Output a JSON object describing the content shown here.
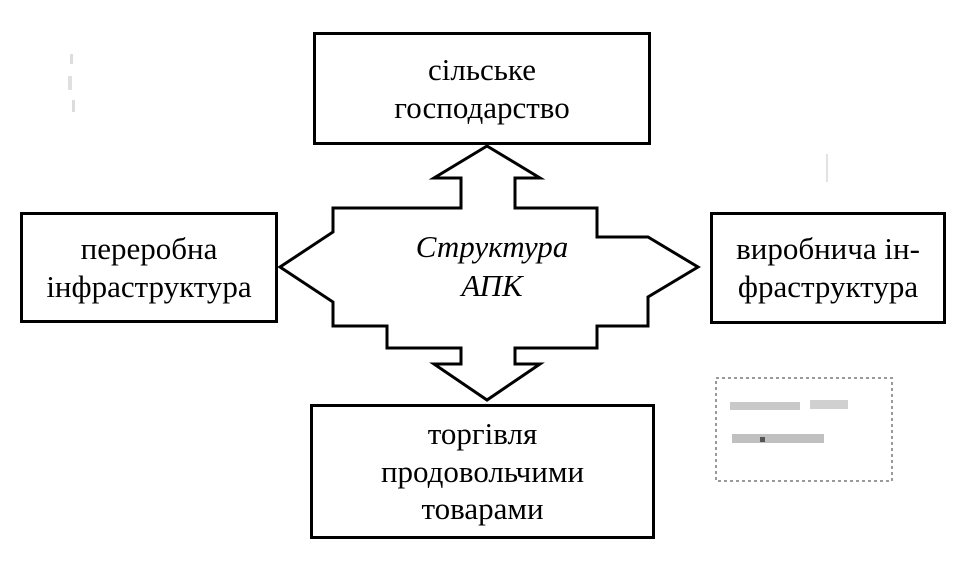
{
  "diagram": {
    "center": {
      "lines": [
        "Структура",
        "АПК"
      ]
    },
    "top": {
      "lines": [
        "сільське",
        "господарство"
      ]
    },
    "left": {
      "lines": [
        "переробна",
        "інфраструктура"
      ]
    },
    "right": {
      "lines": [
        "виробнича ін-",
        "фраструктура"
      ]
    },
    "bottom": {
      "lines": [
        "торгівля",
        "продовольчими",
        "товарами"
      ]
    }
  },
  "colors": {
    "ink": "#000000",
    "paper": "#ffffff",
    "scan_artifact": "#9a9a9a"
  }
}
